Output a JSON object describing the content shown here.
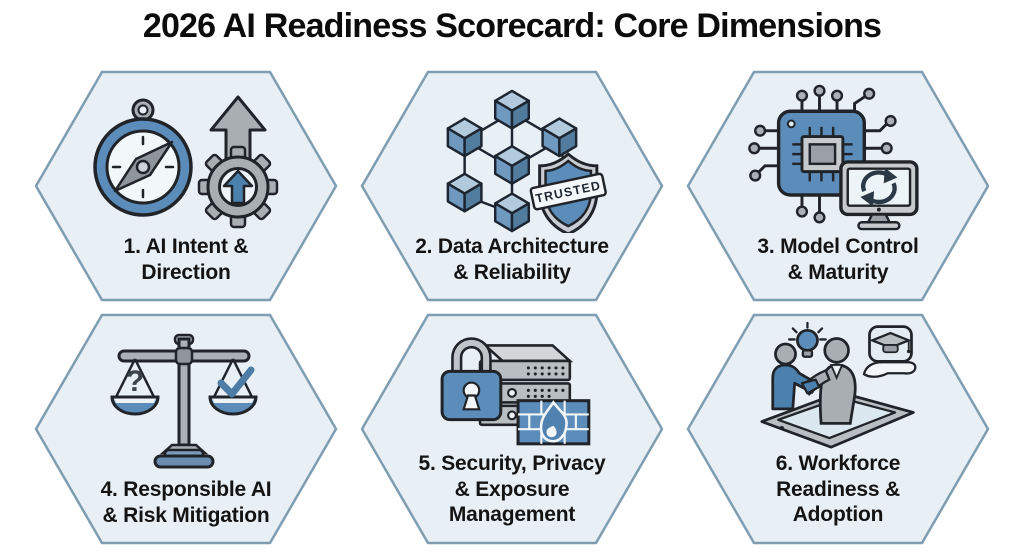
{
  "title": "2026 AI Readiness Scorecard: Core Dimensions",
  "cards": [
    {
      "label": "1. AI Intent &\nDirection",
      "icon": "compass-gear-growth"
    },
    {
      "label": "2. Data Architecture\n& Reliability",
      "icon": "data-cubes-trusted-shield",
      "badge": "TRUSTED"
    },
    {
      "label": "3. Model Control\n& Maturity",
      "icon": "chip-monitor-sync"
    },
    {
      "label": "4. Responsible AI\n& Risk Mitigation",
      "icon": "balance-scale",
      "glyphs": {
        "question": "?",
        "check": "✓"
      }
    },
    {
      "label": "5. Security, Privacy\n& Exposure\nManagement",
      "icon": "lock-server-firewall"
    },
    {
      "label": "6. Workforce\nReadiness &\nAdoption",
      "icon": "handshake-learning-tablet"
    }
  ],
  "colors": {
    "background": "#ffffff",
    "hexagon_fill": "#e9f0f5",
    "hexagon_border": "#7e9db1",
    "accent_blue": "#5b8cba",
    "dark_blue": "#4c80ad",
    "cube_top_blue": "#b3c9dc",
    "cube_side_blue": "#527c9e",
    "icon_gray": "#a9aeb3",
    "light_gray": "#c6cacd",
    "outline": "#202428",
    "title_text": "#0c0c0c",
    "label_text": "#141414"
  }
}
